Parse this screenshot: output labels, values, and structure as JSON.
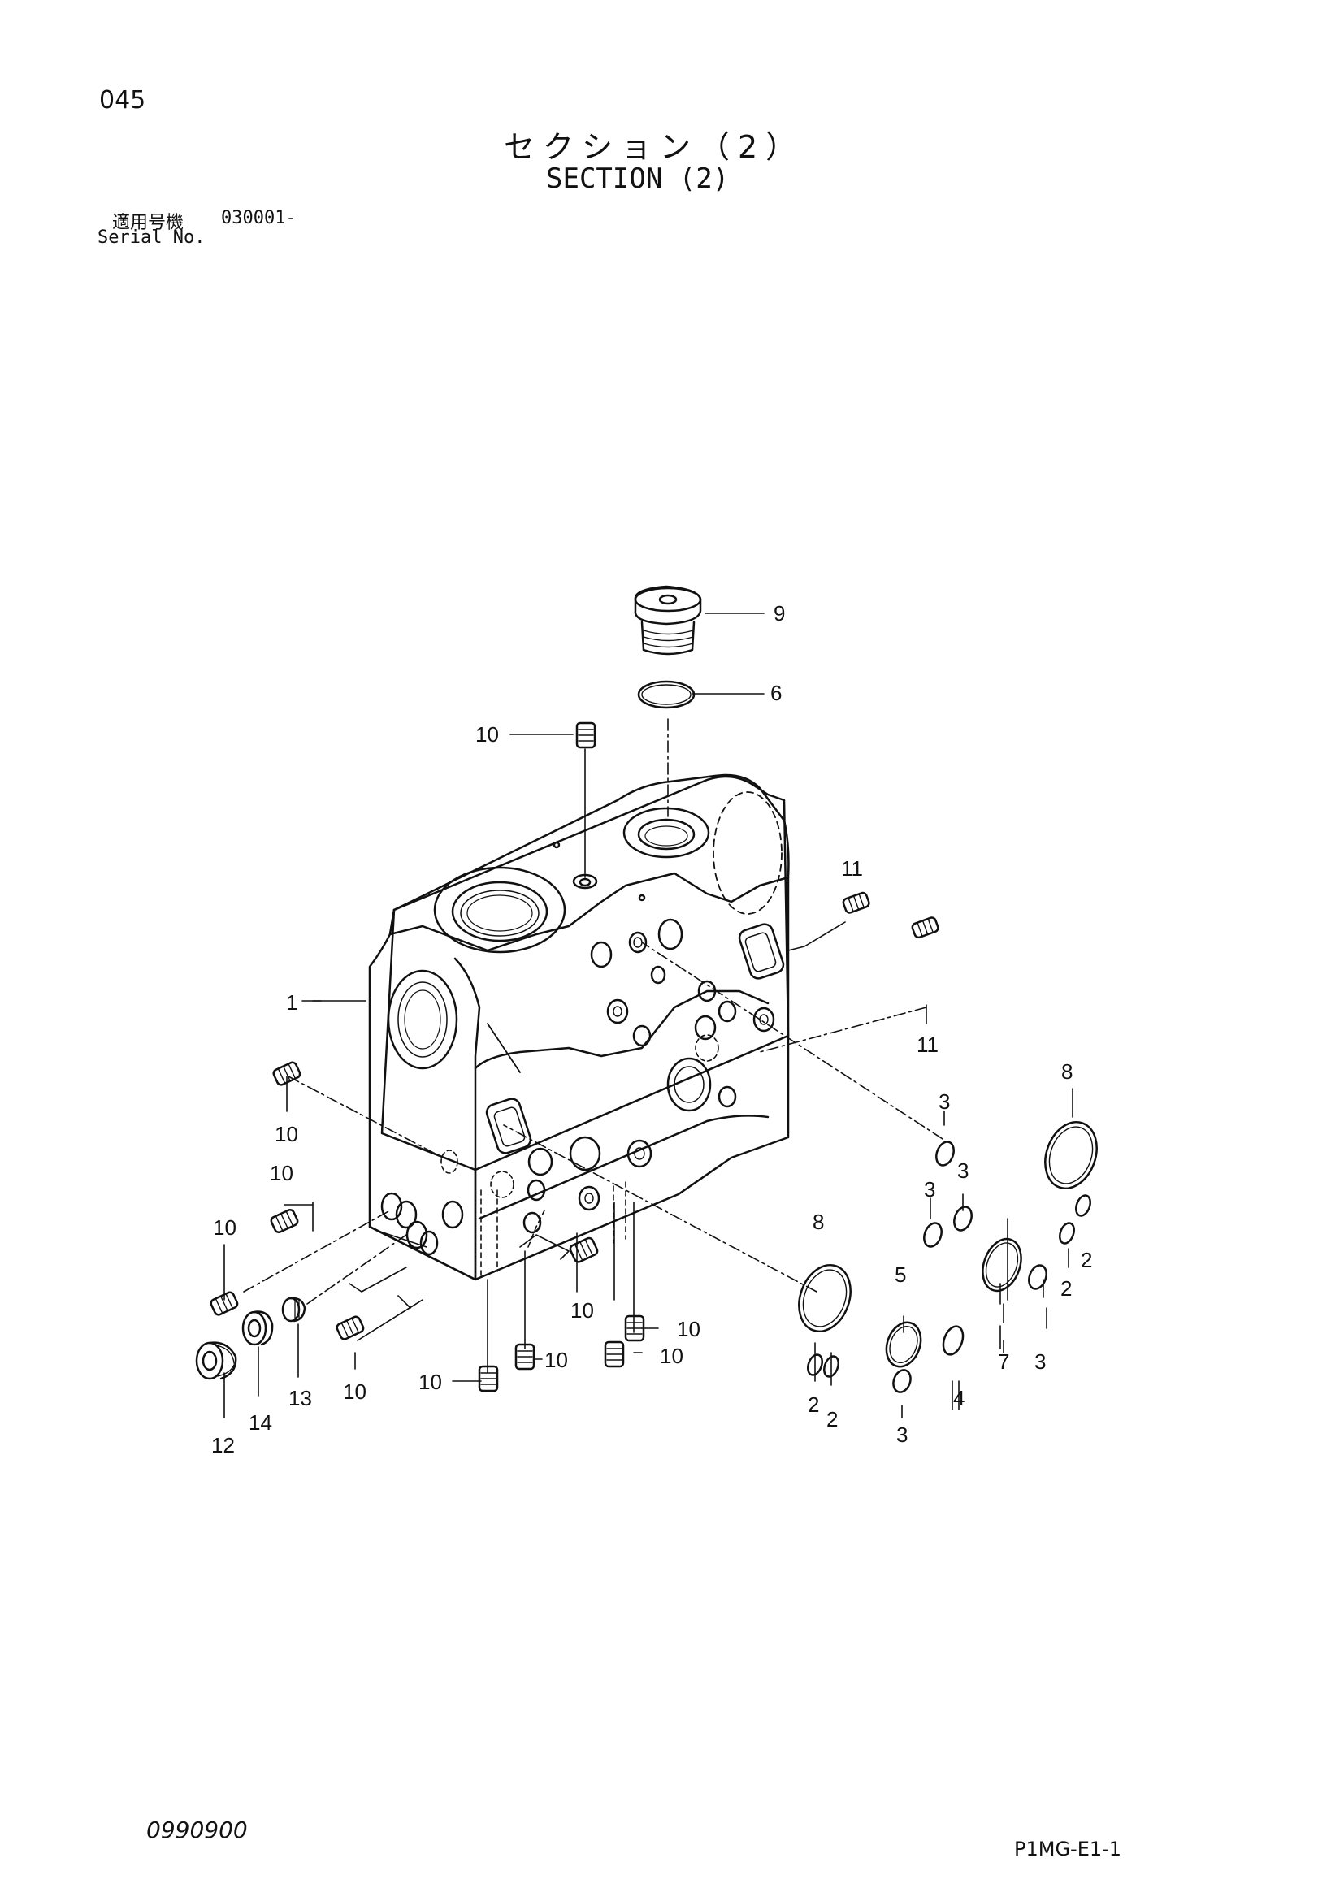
{
  "header": {
    "page_number": "045",
    "title_jp": "セクション（2）",
    "title_en": "SECTION (2)",
    "serial_label_jp": "適用号機",
    "serial_value": "030001-",
    "serial_label_en": "Serial No."
  },
  "footer": {
    "doc_code": "0990900",
    "page_code": "P1MG-E1-1"
  },
  "callouts": {
    "c1": "1",
    "c9": "9",
    "c6": "6",
    "c10_top": "10",
    "c11_top": "11",
    "c11_right": "11",
    "c10_left1": "10",
    "c10_left2": "10",
    "c10_left3": "10",
    "c12": "12",
    "c14": "14",
    "c13": "13",
    "c10_bottom_left": "10",
    "c10_center": "10",
    "c10_bottom": "10",
    "c10_b2": "10",
    "c10_b3": "10",
    "c10_b4": "10",
    "c8_mid": "8",
    "c8_right": "8",
    "c3_a": "3",
    "c3_b": "3",
    "c3_c": "3",
    "c2_a": "2",
    "c2_b": "2",
    "c5": "5",
    "c3_d": "3",
    "c4": "4",
    "c7": "7",
    "c3_e": "3",
    "c2_c": "2",
    "c2_d": "2"
  }
}
